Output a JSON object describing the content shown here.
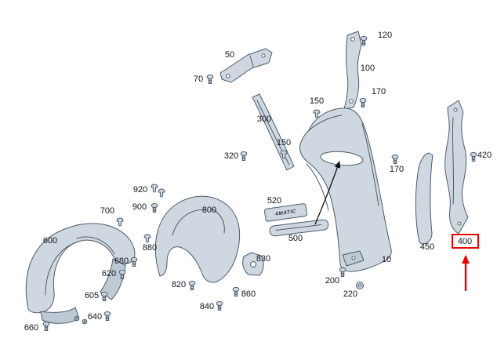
{
  "diagram": {
    "name": "front-fender-exploded-parts-diagram",
    "badge_text": "4MATIC",
    "highlighted_part": "400",
    "colors": {
      "background": "#ffffff",
      "part_fill": "#cfd8e0",
      "part_stroke": "#4c5b6b",
      "label_text": "#14141e",
      "highlight": "#e80000"
    }
  },
  "labels": [
    {
      "text": "120"
    },
    {
      "text": "50"
    },
    {
      "text": "70"
    },
    {
      "text": "100"
    },
    {
      "text": "170"
    },
    {
      "text": "150"
    },
    {
      "text": "300"
    },
    {
      "text": "150"
    },
    {
      "text": "320"
    },
    {
      "text": "170"
    },
    {
      "text": "420"
    },
    {
      "text": "920"
    },
    {
      "text": "900"
    },
    {
      "text": "700"
    },
    {
      "text": "800"
    },
    {
      "text": "520"
    },
    {
      "text": "500"
    },
    {
      "text": "600"
    },
    {
      "text": "880"
    },
    {
      "text": "680"
    },
    {
      "text": "620"
    },
    {
      "text": "830"
    },
    {
      "text": "605"
    },
    {
      "text": "820"
    },
    {
      "text": "860"
    },
    {
      "text": "640"
    },
    {
      "text": "840"
    },
    {
      "text": "660"
    },
    {
      "text": "10"
    },
    {
      "text": "200"
    },
    {
      "text": "220"
    },
    {
      "text": "450"
    },
    {
      "text": "400"
    }
  ]
}
